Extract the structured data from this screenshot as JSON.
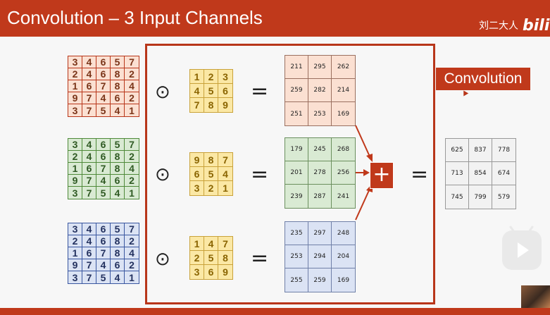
{
  "header": {
    "title": "Convolution – 3 Input Channels",
    "watermark_text": "刘二大人",
    "watermark_logo": "bili"
  },
  "labels": {
    "convolution": "Convolution",
    "odot": "⊙",
    "equals": "=",
    "plus": "+"
  },
  "colors": {
    "accent": "#c0391b",
    "red_channel": "#fbe0d2",
    "green_channel": "#d9ead3",
    "blue_channel": "#dbe3f4",
    "kernel": "#fbe8a5",
    "result": "#f2f2f2"
  },
  "input_grid": [
    [
      3,
      4,
      6,
      5,
      7
    ],
    [
      2,
      4,
      6,
      8,
      2
    ],
    [
      1,
      6,
      7,
      8,
      4
    ],
    [
      9,
      7,
      4,
      6,
      2
    ],
    [
      3,
      7,
      5,
      4,
      1
    ]
  ],
  "channels": [
    {
      "name": "red",
      "kernel": [
        [
          1,
          2,
          3
        ],
        [
          4,
          5,
          6
        ],
        [
          7,
          8,
          9
        ]
      ],
      "output": [
        [
          211,
          295,
          262
        ],
        [
          259,
          282,
          214
        ],
        [
          251,
          253,
          169
        ]
      ]
    },
    {
      "name": "green",
      "kernel": [
        [
          9,
          8,
          7
        ],
        [
          6,
          5,
          4
        ],
        [
          3,
          2,
          1
        ]
      ],
      "output": [
        [
          179,
          245,
          268
        ],
        [
          201,
          278,
          256
        ],
        [
          239,
          287,
          241
        ]
      ]
    },
    {
      "name": "blue",
      "kernel": [
        [
          1,
          4,
          7
        ],
        [
          2,
          5,
          8
        ],
        [
          3,
          6,
          9
        ]
      ],
      "output": [
        [
          235,
          297,
          248
        ],
        [
          253,
          294,
          204
        ],
        [
          255,
          259,
          169
        ]
      ]
    }
  ],
  "result": [
    [
      625,
      837,
      778
    ],
    [
      713,
      854,
      674
    ],
    [
      745,
      799,
      579
    ]
  ],
  "icons": {
    "play": "play-icon",
    "avatar": "avatar-icon"
  }
}
